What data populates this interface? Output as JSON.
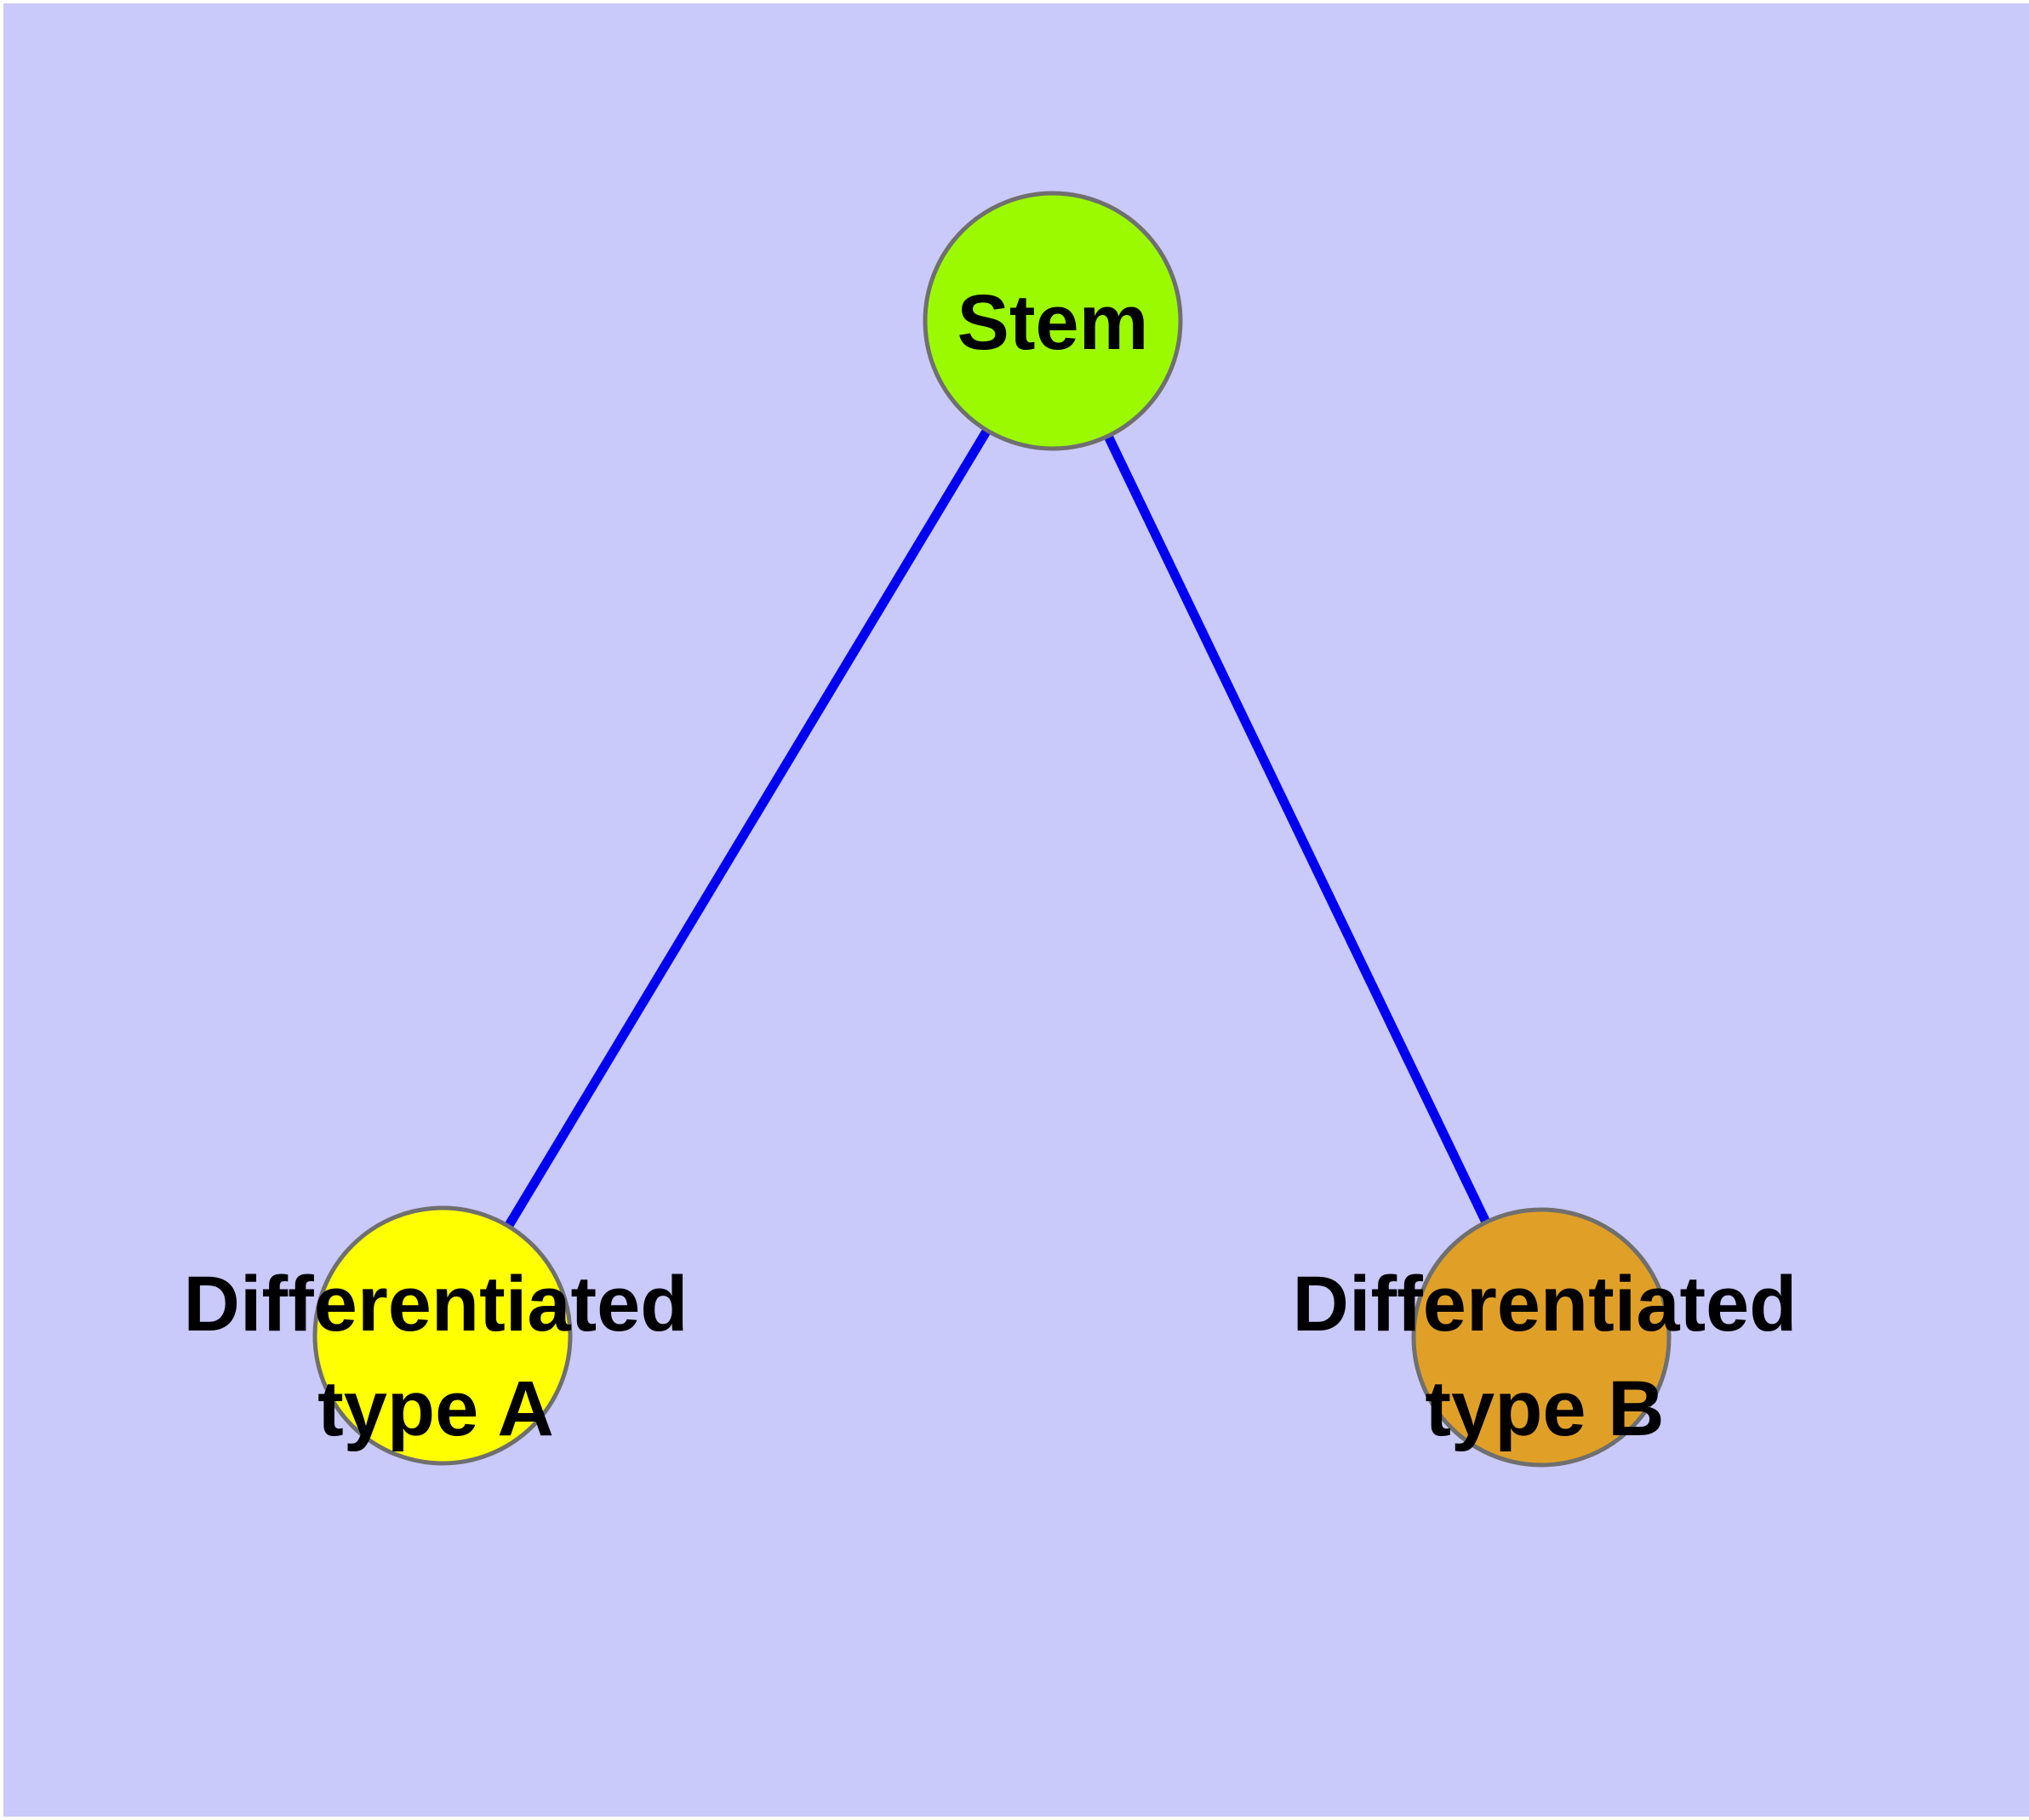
{
  "diagram": {
    "type": "node-link-graph",
    "description_visible_text": [
      "Stem",
      "Differentiated type A",
      "Differentiated type B"
    ]
  },
  "colors": {
    "page_margin": "#ffffff",
    "background": "#c9c9fa",
    "edge": "#0000f0",
    "node_border": "#6f6f6f",
    "text": "#000000"
  },
  "nodes": {
    "stem": {
      "id": "stem",
      "label_lines": [
        "Stem"
      ],
      "fill": "#9bfa00"
    },
    "type_a": {
      "id": "type-a",
      "label_lines": [
        "Differentiated",
        "type A"
      ],
      "fill": "#ffff00"
    },
    "type_b": {
      "id": "type-b",
      "label_lines": [
        "Differentiated",
        "type B"
      ],
      "fill": "#e0a028"
    }
  },
  "edges": [
    {
      "from": "stem",
      "to": "type-a"
    },
    {
      "from": "stem",
      "to": "type-b"
    }
  ]
}
